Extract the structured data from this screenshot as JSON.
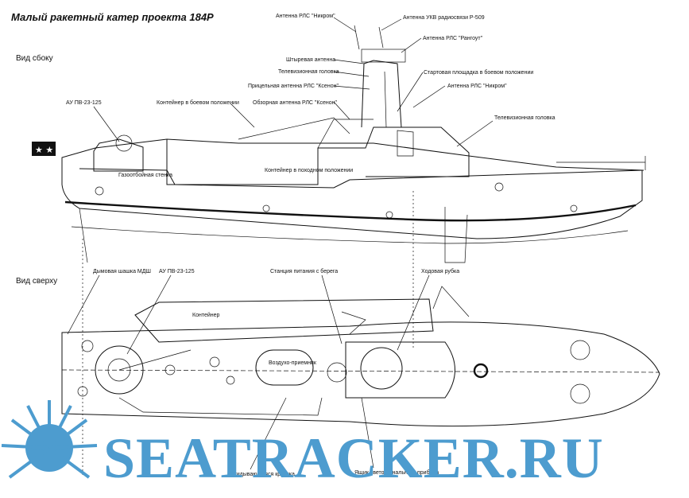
{
  "title": "Малый ракетный катер проекта 184Р",
  "side_view": {
    "heading": "Вид сбоку",
    "labels": {
      "nikrom_top": "Антенна РЛС \"Никром\"",
      "vhf_antenna": "Антенна УКВ радиосвязи Р-509",
      "rangout": "Антенна РЛС \"Рангоут\"",
      "whip": "Штыревая антенна",
      "tv_head_top": "Телевизионная головка",
      "side_platform": "Стартовая площадка в боевом положении",
      "ksenon_aim": "Прицельная антенна РЛС \"Ксенон\"",
      "nikrom_mid": "Антенна РЛС \"Никром\"",
      "au_pv": "АУ ПВ-23-125",
      "container_combat": "Контейнер в боевом положении",
      "ksenon_survey": "Обзорная антенна РЛС \"Ксенон\"",
      "tv_head_right": "Телевизионная головка",
      "gas_wall": "Газоотбойная стенка",
      "container_march": "Контейнер в походном положении"
    }
  },
  "top_view": {
    "heading": "Вид сверху",
    "labels": {
      "smoke": "Дымовая шашка МДШ",
      "au_pv": "АУ ПВ-23-125",
      "shore_power": "Станция питания с берега",
      "wheelhouse": "Ходовая рубка",
      "container": "Контейнер",
      "air_intake": "Воздухо-приемник",
      "hatch": "Откидывающаяся крышка",
      "signal_box": "Ящик светосигнального прибора"
    }
  },
  "watermark": "SEATRACKER.RU",
  "colors": {
    "watermark": "#4d9ccf",
    "line": "#111111",
    "background": "#ffffff"
  }
}
